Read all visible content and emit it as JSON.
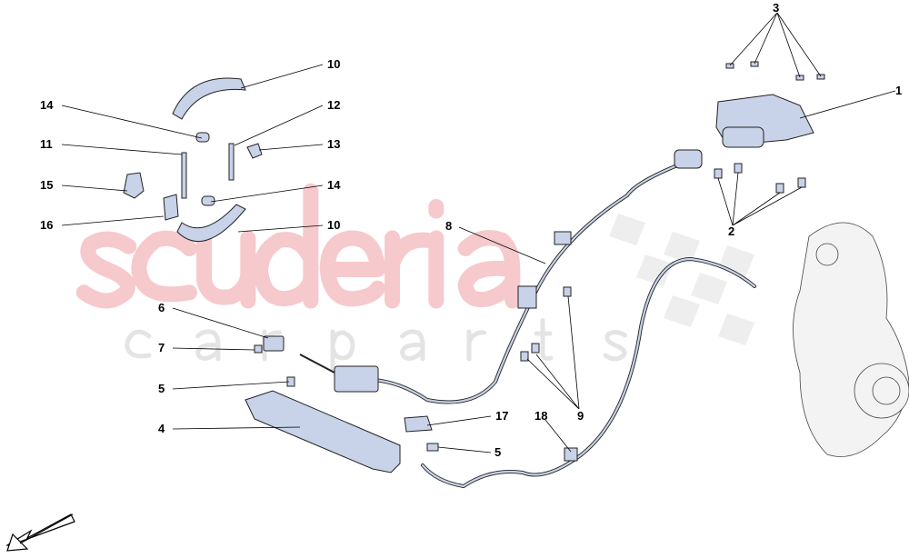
{
  "watermark": {
    "line1": "scuderia",
    "line2": "carparts"
  },
  "colors": {
    "part_fill": "#c8d2e8",
    "outline": "#222222",
    "watermark_red": "#f6c9cc",
    "watermark_gray": "#e4e4e4"
  },
  "callouts": [
    {
      "id": "3",
      "label": "3"
    },
    {
      "id": "1",
      "label": "1"
    },
    {
      "id": "10a",
      "label": "10"
    },
    {
      "id": "14a",
      "label": "14"
    },
    {
      "id": "12",
      "label": "12"
    },
    {
      "id": "11",
      "label": "11"
    },
    {
      "id": "13",
      "label": "13"
    },
    {
      "id": "15",
      "label": "15"
    },
    {
      "id": "14b",
      "label": "14"
    },
    {
      "id": "16",
      "label": "16"
    },
    {
      "id": "10b",
      "label": "10"
    },
    {
      "id": "8",
      "label": "8"
    },
    {
      "id": "2",
      "label": "2"
    },
    {
      "id": "6",
      "label": "6"
    },
    {
      "id": "7",
      "label": "7"
    },
    {
      "id": "5a",
      "label": "5"
    },
    {
      "id": "4",
      "label": "4"
    },
    {
      "id": "17",
      "label": "17"
    },
    {
      "id": "18",
      "label": "18"
    },
    {
      "id": "9",
      "label": "9"
    },
    {
      "id": "5b",
      "label": "5"
    }
  ],
  "direction_arrow_icon": "arrow-down-left-icon"
}
